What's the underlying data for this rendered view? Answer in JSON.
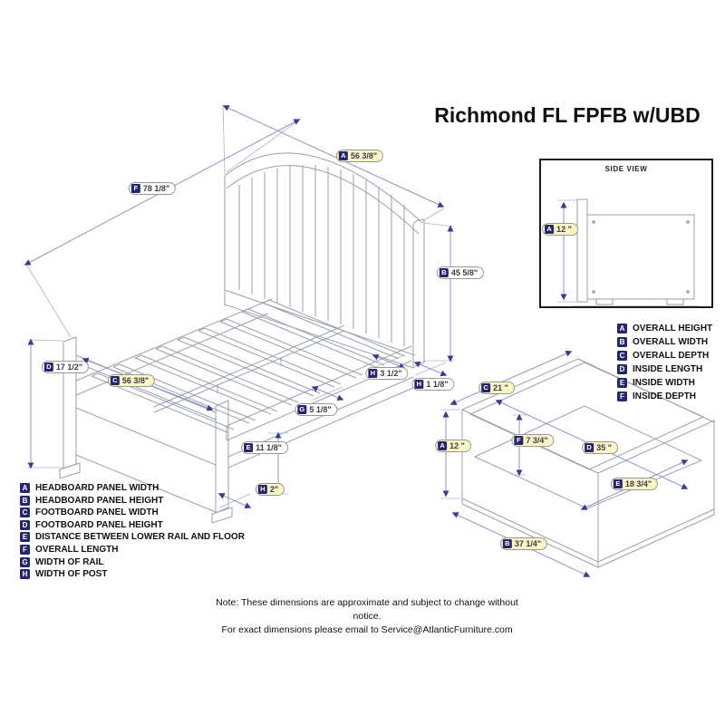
{
  "title": "Richmond FL FPFB w/UBD",
  "side_view": {
    "heading": "SIDE VIEW",
    "dim": {
      "letter": "A",
      "value": "12 \""
    }
  },
  "bed_dims": {
    "a": {
      "letter": "A",
      "value": "56 3/8\""
    },
    "f": {
      "letter": "F",
      "value": "78 1/8\""
    },
    "b": {
      "letter": "B",
      "value": "45 5/8\""
    },
    "d": {
      "letter": "D",
      "value": "17 1/2\""
    },
    "c": {
      "letter": "C",
      "value": "56 3/8\""
    },
    "h1": {
      "letter": "H",
      "value": "3 1/2\""
    },
    "h2": {
      "letter": "H",
      "value": "1 1/8\""
    },
    "g": {
      "letter": "G",
      "value": "5 1/8\""
    },
    "e": {
      "letter": "E",
      "value": "11 1/8\""
    },
    "h3": {
      "letter": "H",
      "value": "2\""
    }
  },
  "drawer_dims": {
    "c": {
      "letter": "C",
      "value": "21 \""
    },
    "a": {
      "letter": "A",
      "value": "12 \""
    },
    "f": {
      "letter": "F",
      "value": "7 3/4\""
    },
    "d": {
      "letter": "D",
      "value": "35 \""
    },
    "e": {
      "letter": "E",
      "value": "18 3/4\""
    },
    "b": {
      "letter": "B",
      "value": "37 1/4\""
    }
  },
  "legend_left": [
    {
      "letter": "A",
      "label": "HEADBOARD PANEL WIDTH"
    },
    {
      "letter": "B",
      "label": "HEADBOARD PANEL HEIGHT"
    },
    {
      "letter": "C",
      "label": "FOOTBOARD PANEL WIDTH"
    },
    {
      "letter": "D",
      "label": "FOOTBOARD PANEL HEIGHT"
    },
    {
      "letter": "E",
      "label": "DISTANCE BETWEEN LOWER RAIL AND FLOOR"
    },
    {
      "letter": "F",
      "label": "OVERALL LENGTH"
    },
    {
      "letter": "G",
      "label": "WIDTH OF RAIL"
    },
    {
      "letter": "H",
      "label": "WIDTH OF POST"
    }
  ],
  "legend_right": [
    {
      "letter": "A",
      "label": "OVERALL HEIGHT"
    },
    {
      "letter": "B",
      "label": "OVERALL WIDTH"
    },
    {
      "letter": "C",
      "label": "OVERALL DEPTH"
    },
    {
      "letter": "D",
      "label": "INSIDE LENGTH"
    },
    {
      "letter": "E",
      "label": "INSIDE WIDTH"
    },
    {
      "letter": "F",
      "label": "INSIDE DEPTH"
    }
  ],
  "note": {
    "prefix": "Note:",
    "line1": "These dimensions are approximate and subject to change without notice.",
    "line2": "For exact dimensions please email to Service@AtlanticFurniture.com"
  },
  "colors": {
    "art_line": "#98a0ae",
    "dim_line": "#8e96c6",
    "arrow": "#3a3c8c",
    "pill_yellow": "#fbf4c4",
    "pill_white": "#ffffff",
    "letter_badge": "#26266e"
  }
}
